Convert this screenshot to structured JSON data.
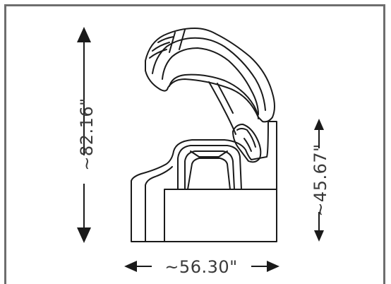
{
  "dimensions": {
    "height": "~82.16\"",
    "seat_height": "~45.67\"",
    "width": "~56.30\""
  },
  "colors": {
    "frame": "#6e6e6e",
    "line": "#1a1a1a",
    "label": "#3a3a3a"
  }
}
